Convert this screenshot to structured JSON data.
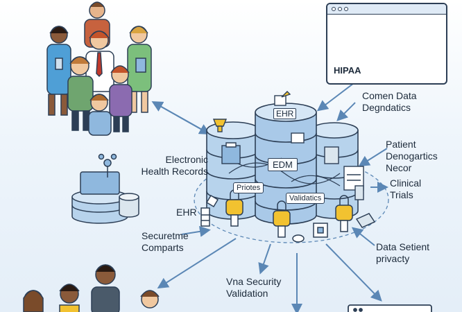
{
  "window": {
    "title_label": "HIPAA"
  },
  "center": {
    "top_label": "EHR",
    "middle_label": "EDM",
    "inner_left": "Priotes",
    "inner_right": "Validatics"
  },
  "labels": {
    "common_data": [
      "Comen Data",
      "Degndatics"
    ],
    "ehr_records": [
      "Electronic",
      "Health Records"
    ],
    "patient_demo": [
      "Patient",
      "Denogartics",
      "Necor"
    ],
    "clinical": [
      "Clinical",
      "Trials"
    ],
    "ehr_small": "EHR",
    "secure_comp": [
      "Securetme",
      "Comparts"
    ],
    "data_privacy": [
      "Data Setient",
      "privacty"
    ],
    "security_validation": [
      "Vna Security",
      "Validation"
    ]
  },
  "colors": {
    "stroke": "#2c3e55",
    "cyl": "#b7d3ec",
    "cyl_dark": "#8fb8de",
    "arrow": "#5b87b5",
    "accent": "#f2c230"
  }
}
